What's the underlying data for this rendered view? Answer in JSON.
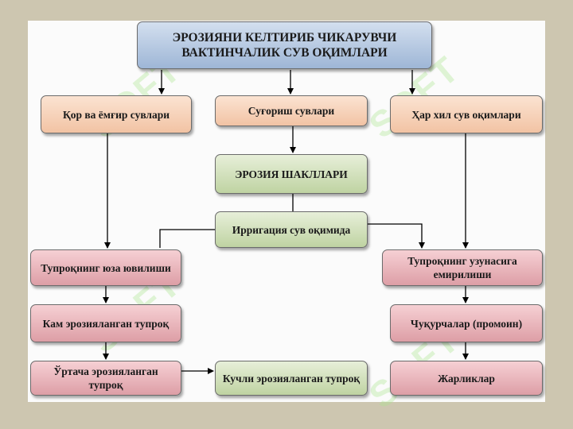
{
  "diagram": {
    "title": "ЭРОЗИЯНИ КЕЛТИРИБ ЧИКАРУВЧИ ВАКТИНЧАЛИК СУВ ОҚИМЛАРИ",
    "sources": {
      "left": "Қор ва ёмғир сувлари",
      "center": "Суғориш сувлари",
      "right": "Ҳар хил сув оқимлари"
    },
    "erosion_forms": "ЭРОЗИЯ ШАКЛЛАРИ",
    "irrigation": "Ирригация сув оқимида",
    "surface_wash": "Тупроқнинг юза ювилиши",
    "longitudinal": "Тупроқнинг узунасига емирилиши",
    "weak": "Кам эрозияланган тупроқ",
    "medium": "Ўртача эрозияланган тупроқ",
    "strong": "Кучли эрозияланган тупроқ",
    "gullies": "Чуқурчалар (промоин)",
    "ravines": "Жарликлар"
  },
  "watermark": "SOFT",
  "colors": {
    "background": "#cdc6b0",
    "title_box": "#b3c6e2",
    "source_box": "#f5cdb2",
    "erosion_box": "#c9dab1",
    "soil_box": "#e6b0b6",
    "line": "#000000"
  }
}
